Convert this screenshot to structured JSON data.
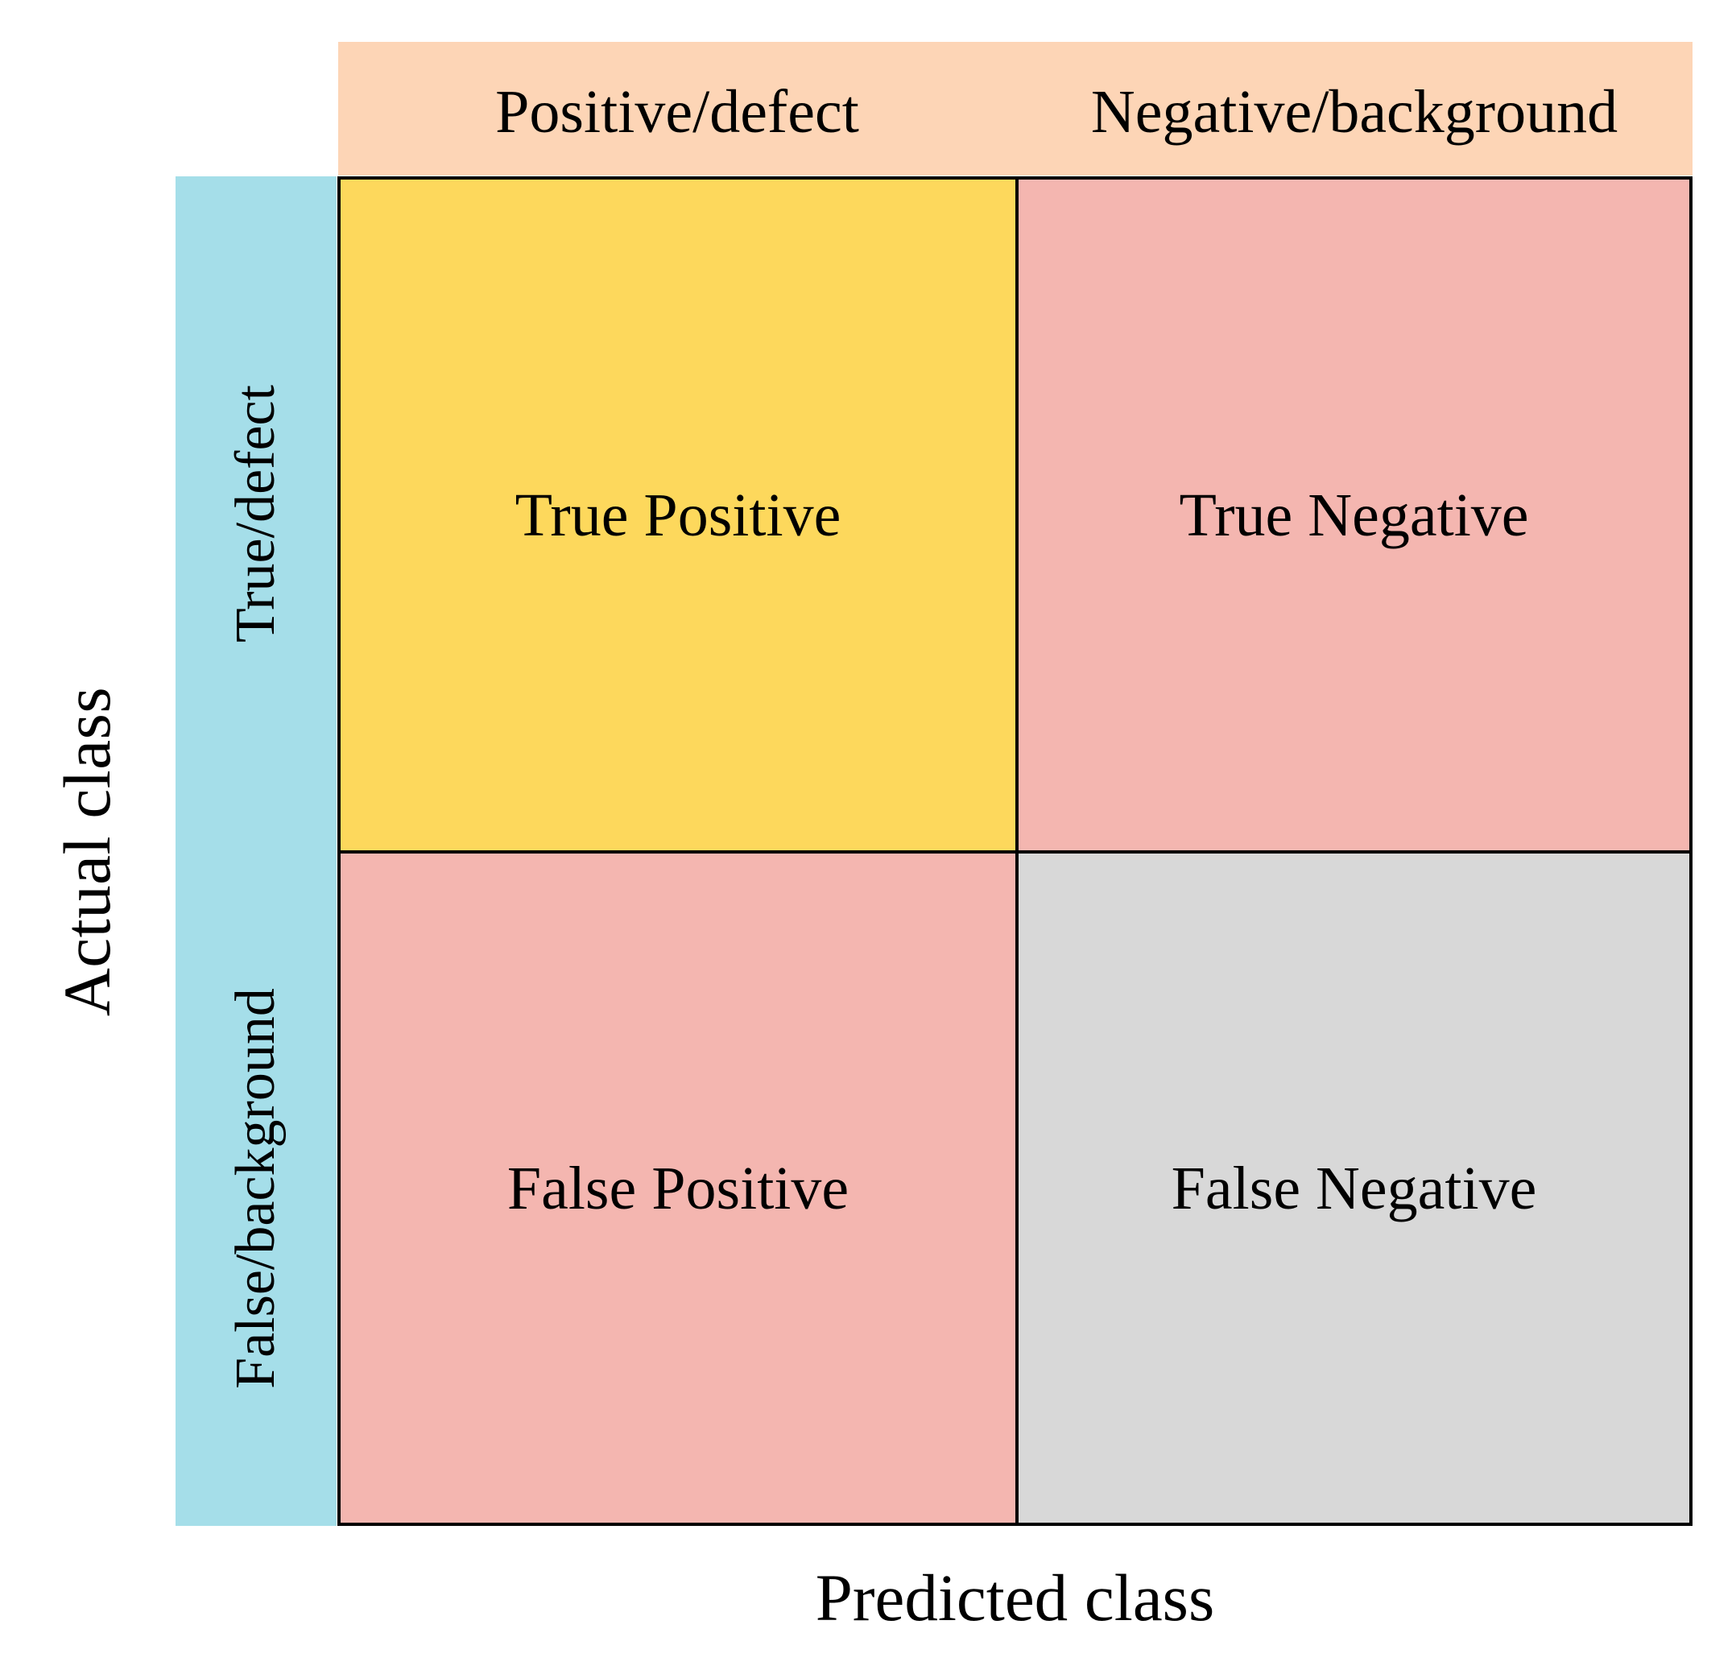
{
  "figure": {
    "type": "confusion-matrix",
    "axes": {
      "y_axis_title": "Actual class",
      "x_axis_title": "Predicted class"
    },
    "column_headers": [
      {
        "label": "Positive/defect"
      },
      {
        "label": "Negative/background"
      }
    ],
    "row_headers": [
      {
        "label": "True/defect"
      },
      {
        "label": "False/background"
      }
    ],
    "cells": [
      {
        "label": "True Positive",
        "row": "True/defect",
        "column": "Positive/defect",
        "color": "#fdd85c"
      },
      {
        "label": "True Negative",
        "row": "True/defect",
        "column": "Negative/background",
        "color": "#f4b6b0"
      },
      {
        "label": "False Positive",
        "row": "False/background",
        "column": "Positive/defect",
        "color": "#f4b6b0"
      },
      {
        "label": "False Negative",
        "row": "False/background",
        "column": "Negative/background",
        "color": "#d8d8d8"
      }
    ],
    "colors": {
      "column_header_band": "#fdd5b6",
      "row_label_band": "#a5dee9",
      "true_positive": "#fdd85c",
      "true_negative": "#f4b6b0",
      "false_positive": "#f4b6b0",
      "false_negative": "#d8d8d8",
      "grid_line": "#000000",
      "text": "#000000",
      "background": "#ffffff"
    }
  },
  "chart_data": {
    "type": "table",
    "title": "",
    "xlabel": "Predicted class",
    "ylabel": "Actual class",
    "columns": [
      "Positive/defect",
      "Negative/background"
    ],
    "rows": [
      "True/defect",
      "False/background"
    ],
    "values": [
      [
        "True Positive",
        "True Negative"
      ],
      [
        "False Positive",
        "False Negative"
      ]
    ],
    "cell_colors": [
      [
        "#fdd85c",
        "#f4b6b0"
      ],
      [
        "#f4b6b0",
        "#d8d8d8"
      ]
    ],
    "grid": true,
    "legend": "none"
  }
}
